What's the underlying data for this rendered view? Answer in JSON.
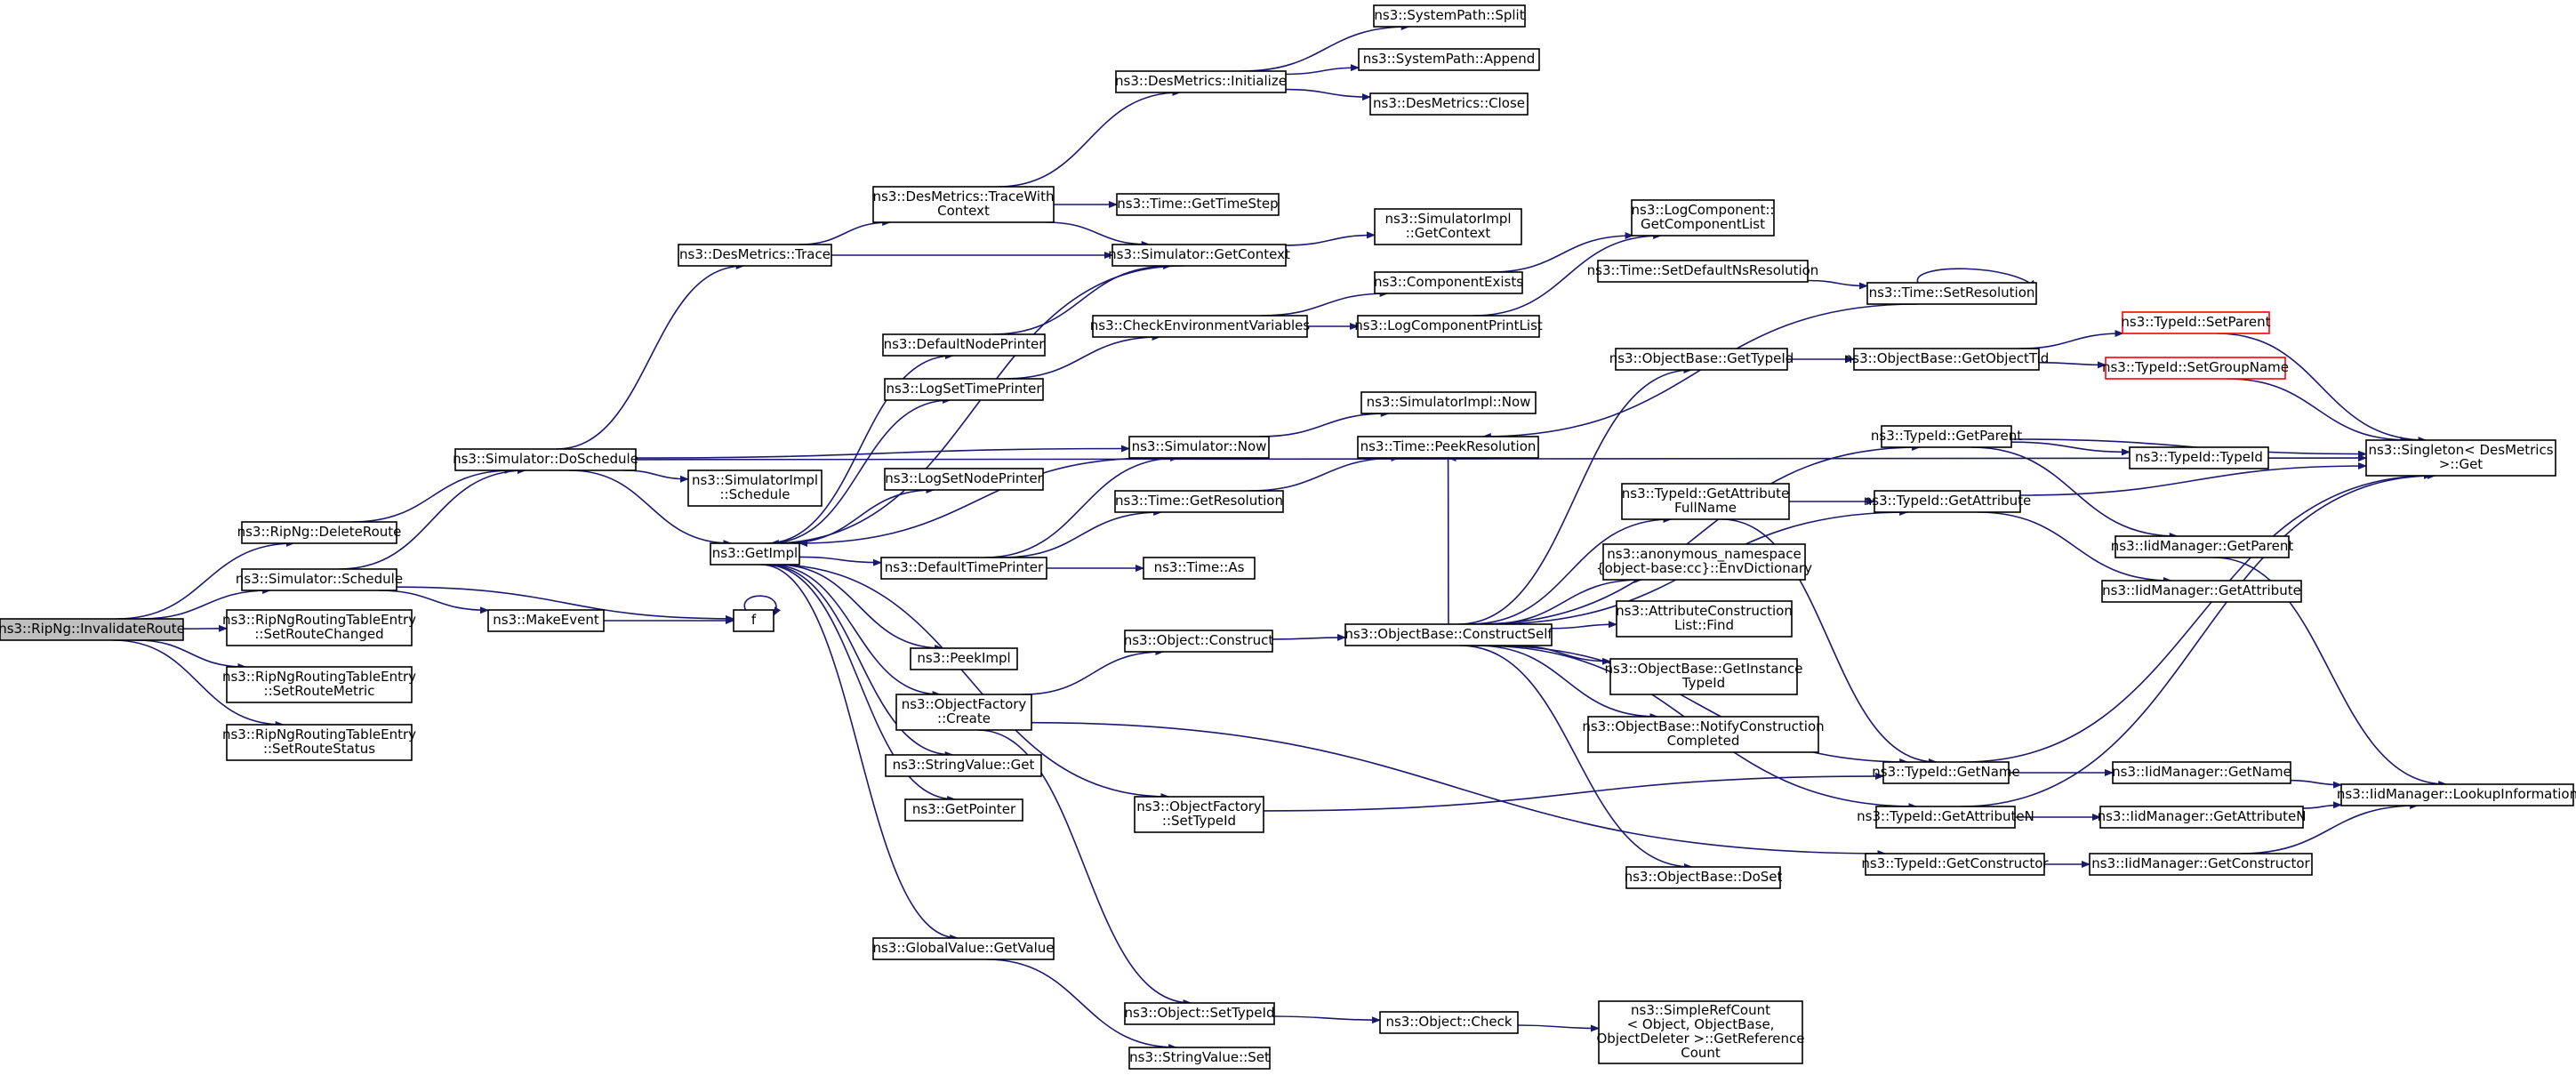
{
  "diagram": {
    "title": "ns3::RipNg::InvalidateRoute call graph",
    "colors": {
      "edge": "#191970",
      "root_fill": "#bfbfbf",
      "node_border": "#000000",
      "highlight_border": "#ff0000"
    },
    "nodes": [
      {
        "id": "root",
        "lines": [
          "ns3::RipNg::InvalidateRoute"
        ],
        "style": "root"
      },
      {
        "id": "deleteRoute",
        "lines": [
          "ns3::RipNg::DeleteRoute"
        ]
      },
      {
        "id": "schedule",
        "lines": [
          "ns3::Simulator::Schedule"
        ]
      },
      {
        "id": "setRouteChanged",
        "lines": [
          "ns3::RipNgRoutingTableEntry",
          "::SetRouteChanged"
        ]
      },
      {
        "id": "setRouteMetric",
        "lines": [
          "ns3::RipNgRoutingTableEntry",
          "::SetRouteMetric"
        ]
      },
      {
        "id": "setRouteStatus",
        "lines": [
          "ns3::RipNgRoutingTableEntry",
          "::SetRouteStatus"
        ]
      },
      {
        "id": "doSchedule",
        "lines": [
          "ns3::Simulator::DoSchedule"
        ]
      },
      {
        "id": "makeEvent",
        "lines": [
          "ns3::MakeEvent"
        ]
      },
      {
        "id": "f",
        "lines": [
          "f"
        ]
      },
      {
        "id": "desTrace",
        "lines": [
          "ns3::DesMetrics::Trace"
        ]
      },
      {
        "id": "getImpl",
        "lines": [
          "ns3::GetImpl"
        ]
      },
      {
        "id": "simImplSchedule",
        "lines": [
          "ns3::SimulatorImpl",
          "::Schedule"
        ]
      },
      {
        "id": "traceWithContext",
        "lines": [
          "ns3::DesMetrics::TraceWith",
          "Context"
        ]
      },
      {
        "id": "desInit",
        "lines": [
          "ns3::DesMetrics::Initialize"
        ]
      },
      {
        "id": "spSplit",
        "lines": [
          "ns3::SystemPath::Split"
        ]
      },
      {
        "id": "spAppend",
        "lines": [
          "ns3::SystemPath::Append"
        ]
      },
      {
        "id": "desClose",
        "lines": [
          "ns3::DesMetrics::Close"
        ]
      },
      {
        "id": "getTimeStep",
        "lines": [
          "ns3::Time::GetTimeStep"
        ]
      },
      {
        "id": "simGetContext",
        "lines": [
          "ns3::Simulator::GetContext"
        ]
      },
      {
        "id": "simImplGetContext",
        "lines": [
          "ns3::SimulatorImpl",
          "::GetContext"
        ]
      },
      {
        "id": "defaultNodePrinter",
        "lines": [
          "ns3::DefaultNodePrinter"
        ]
      },
      {
        "id": "logSetTimePrinter",
        "lines": [
          "ns3::LogSetTimePrinter"
        ]
      },
      {
        "id": "logSetNodePrinter",
        "lines": [
          "ns3::LogSetNodePrinter"
        ]
      },
      {
        "id": "defaultTimePrinter",
        "lines": [
          "ns3::DefaultTimePrinter"
        ]
      },
      {
        "id": "peekImpl",
        "lines": [
          "ns3::PeekImpl"
        ]
      },
      {
        "id": "ofCreate",
        "lines": [
          "ns3::ObjectFactory",
          "::Create"
        ]
      },
      {
        "id": "stringValueGet",
        "lines": [
          "ns3::StringValue::Get"
        ]
      },
      {
        "id": "getPointer",
        "lines": [
          "ns3::GetPointer"
        ]
      },
      {
        "id": "globalValueGetValue",
        "lines": [
          "ns3::GlobalValue::GetValue"
        ]
      },
      {
        "id": "checkEnvVars",
        "lines": [
          "ns3::CheckEnvironmentVariables"
        ]
      },
      {
        "id": "componentExists",
        "lines": [
          "ns3::ComponentExists"
        ]
      },
      {
        "id": "logComponentPrintList",
        "lines": [
          "ns3::LogComponentPrintList"
        ]
      },
      {
        "id": "logCompGetList",
        "lines": [
          "ns3::LogComponent::",
          "GetComponentList"
        ]
      },
      {
        "id": "simImplNow",
        "lines": [
          "ns3::SimulatorImpl::Now"
        ]
      },
      {
        "id": "simNow",
        "lines": [
          "ns3::Simulator::Now"
        ]
      },
      {
        "id": "timeGetResolution",
        "lines": [
          "ns3::Time::GetResolution"
        ]
      },
      {
        "id": "timeAs",
        "lines": [
          "ns3::Time::As"
        ]
      },
      {
        "id": "timePeekResolution",
        "lines": [
          "ns3::Time::PeekResolution"
        ]
      },
      {
        "id": "timeSetDefaultNs",
        "lines": [
          "ns3::Time::SetDefaultNsResolution"
        ]
      },
      {
        "id": "timeSetResolution",
        "lines": [
          "ns3::Time::SetResolution"
        ]
      },
      {
        "id": "objectConstruct",
        "lines": [
          "ns3::Object::Construct"
        ]
      },
      {
        "id": "obConstructSelf",
        "lines": [
          "ns3::ObjectBase::ConstructSelf"
        ]
      },
      {
        "id": "ofSetTypeId",
        "lines": [
          "ns3::ObjectFactory",
          "::SetTypeId"
        ]
      },
      {
        "id": "objectSetTypeId",
        "lines": [
          "ns3::Object::SetTypeId"
        ]
      },
      {
        "id": "stringValueSet",
        "lines": [
          "ns3::StringValue::Set"
        ]
      },
      {
        "id": "objectCheck",
        "lines": [
          "ns3::Object::Check"
        ]
      },
      {
        "id": "simpleRefCount",
        "lines": [
          "ns3::SimpleRefCount",
          "< Object, ObjectBase,",
          "ObjectDeleter >::GetReference",
          "Count"
        ]
      },
      {
        "id": "obGetTypeId",
        "lines": [
          "ns3::ObjectBase::GetTypeId"
        ]
      },
      {
        "id": "obGetObjectTid",
        "lines": [
          "ns3::ObjectBase::GetObjectTid"
        ]
      },
      {
        "id": "tidSetParent",
        "lines": [
          "ns3::TypeId::SetParent"
        ],
        "style": "red"
      },
      {
        "id": "tidSetGroupName",
        "lines": [
          "ns3::TypeId::SetGroupName"
        ],
        "style": "red"
      },
      {
        "id": "singletonGet",
        "lines": [
          "ns3::Singleton< DesMetrics",
          " >::Get"
        ]
      },
      {
        "id": "tidGetParent",
        "lines": [
          "ns3::TypeId::GetParent"
        ]
      },
      {
        "id": "tidTypeId",
        "lines": [
          "ns3::TypeId::TypeId"
        ]
      },
      {
        "id": "tidGetAttributeFullName",
        "lines": [
          "ns3::TypeId::GetAttribute",
          "FullName"
        ]
      },
      {
        "id": "tidGetAttribute",
        "lines": [
          "ns3::TypeId::GetAttribute"
        ]
      },
      {
        "id": "iidGetParent",
        "lines": [
          "ns3::IidManager::GetParent"
        ]
      },
      {
        "id": "iidGetAttribute",
        "lines": [
          "ns3::IidManager::GetAttribute"
        ]
      },
      {
        "id": "envDictionary",
        "lines": [
          "ns3::anonymous_namespace",
          "{object-base:cc}::EnvDictionary"
        ]
      },
      {
        "id": "attrConstructionFind",
        "lines": [
          "ns3::AttributeConstruction",
          "List::Find"
        ]
      },
      {
        "id": "obGetInstanceTypeId",
        "lines": [
          "ns3::ObjectBase::GetInstance",
          "TypeId"
        ]
      },
      {
        "id": "obNotifyConstruction",
        "lines": [
          "ns3::ObjectBase::NotifyConstruction",
          "Completed"
        ]
      },
      {
        "id": "obDoSet",
        "lines": [
          "ns3::ObjectBase::DoSet"
        ]
      },
      {
        "id": "tidGetName",
        "lines": [
          "ns3::TypeId::GetName"
        ]
      },
      {
        "id": "tidGetAttributeN",
        "lines": [
          "ns3::TypeId::GetAttributeN"
        ]
      },
      {
        "id": "tidGetConstructor",
        "lines": [
          "ns3::TypeId::GetConstructor"
        ]
      },
      {
        "id": "iidGetName",
        "lines": [
          "ns3::IidManager::GetName"
        ]
      },
      {
        "id": "iidGetAttributeN",
        "lines": [
          "ns3::IidManager::GetAttributeN"
        ]
      },
      {
        "id": "iidGetConstructor",
        "lines": [
          "ns3::IidManager::GetConstructor"
        ]
      },
      {
        "id": "iidLookupInformation",
        "lines": [
          "ns3::IidManager::LookupInformation"
        ]
      }
    ],
    "edges": [
      [
        "root",
        "deleteRoute"
      ],
      [
        "root",
        "schedule"
      ],
      [
        "root",
        "setRouteChanged"
      ],
      [
        "root",
        "setRouteMetric"
      ],
      [
        "root",
        "setRouteStatus"
      ],
      [
        "deleteRoute",
        "doSchedule"
      ],
      [
        "schedule",
        "doSchedule"
      ],
      [
        "schedule",
        "makeEvent"
      ],
      [
        "schedule",
        "f"
      ],
      [
        "makeEvent",
        "f"
      ],
      [
        "f",
        "f"
      ],
      [
        "doSchedule",
        "desTrace"
      ],
      [
        "doSchedule",
        "singletonGet"
      ],
      [
        "doSchedule",
        "getImpl"
      ],
      [
        "doSchedule",
        "simNow"
      ],
      [
        "doSchedule",
        "simImplSchedule"
      ],
      [
        "desTrace",
        "traceWithContext"
      ],
      [
        "desTrace",
        "simGetContext"
      ],
      [
        "traceWithContext",
        "desInit"
      ],
      [
        "traceWithContext",
        "getTimeStep"
      ],
      [
        "traceWithContext",
        "simGetContext"
      ],
      [
        "desInit",
        "spSplit"
      ],
      [
        "desInit",
        "spAppend"
      ],
      [
        "desInit",
        "desClose"
      ],
      [
        "simGetContext",
        "getImpl"
      ],
      [
        "simGetContext",
        "simImplGetContext"
      ],
      [
        "getImpl",
        "defaultNodePrinter"
      ],
      [
        "getImpl",
        "logSetTimePrinter"
      ],
      [
        "getImpl",
        "logSetNodePrinter"
      ],
      [
        "getImpl",
        "defaultTimePrinter"
      ],
      [
        "getImpl",
        "peekImpl"
      ],
      [
        "getImpl",
        "ofCreate"
      ],
      [
        "getImpl",
        "stringValueGet"
      ],
      [
        "getImpl",
        "getPointer"
      ],
      [
        "getImpl",
        "globalValueGetValue"
      ],
      [
        "getImpl",
        "ofSetTypeId"
      ],
      [
        "defaultNodePrinter",
        "simGetContext"
      ],
      [
        "logSetTimePrinter",
        "checkEnvVars"
      ],
      [
        "checkEnvVars",
        "componentExists"
      ],
      [
        "checkEnvVars",
        "logComponentPrintList"
      ],
      [
        "componentExists",
        "logCompGetList"
      ],
      [
        "logComponentPrintList",
        "logCompGetList"
      ],
      [
        "defaultTimePrinter",
        "simNow"
      ],
      [
        "defaultTimePrinter",
        "timeGetResolution"
      ],
      [
        "defaultTimePrinter",
        "timeAs"
      ],
      [
        "simNow",
        "getImpl"
      ],
      [
        "simNow",
        "simImplNow"
      ],
      [
        "timeGetResolution",
        "timePeekResolution"
      ],
      [
        "timeSetDefaultNs",
        "timeSetResolution"
      ],
      [
        "timeSetResolution",
        "timeSetResolution"
      ],
      [
        "timeSetResolution",
        "timePeekResolution"
      ],
      [
        "ofCreate",
        "objectConstruct"
      ],
      [
        "ofCreate",
        "objectSetTypeId"
      ],
      [
        "ofCreate",
        "tidGetConstructor"
      ],
      [
        "objectConstruct",
        "obConstructSelf"
      ],
      [
        "globalValueGetValue",
        "stringValueSet"
      ],
      [
        "objectSetTypeId",
        "objectCheck"
      ],
      [
        "objectCheck",
        "simpleRefCount"
      ],
      [
        "ofSetTypeId",
        "tidGetName"
      ],
      [
        "obConstructSelf",
        "timePeekResolution"
      ],
      [
        "obConstructSelf",
        "obGetTypeId"
      ],
      [
        "obConstructSelf",
        "tidGetParent"
      ],
      [
        "obConstructSelf",
        "tidGetAttributeFullName"
      ],
      [
        "obConstructSelf",
        "tidGetAttribute"
      ],
      [
        "obConstructSelf",
        "envDictionary"
      ],
      [
        "obConstructSelf",
        "attrConstructionFind"
      ],
      [
        "obConstructSelf",
        "obGetInstanceTypeId"
      ],
      [
        "obConstructSelf",
        "obNotifyConstruction"
      ],
      [
        "obConstructSelf",
        "tidGetName"
      ],
      [
        "obConstructSelf",
        "tidGetAttributeN"
      ],
      [
        "obConstructSelf",
        "obDoSet"
      ],
      [
        "obGetTypeId",
        "obGetObjectTid"
      ],
      [
        "obGetObjectTid",
        "tidSetParent"
      ],
      [
        "obGetObjectTid",
        "tidSetGroupName"
      ],
      [
        "tidSetParent",
        "singletonGet"
      ],
      [
        "tidSetGroupName",
        "singletonGet"
      ],
      [
        "tidGetParent",
        "singletonGet"
      ],
      [
        "tidGetParent",
        "tidTypeId"
      ],
      [
        "tidGetParent",
        "iidGetParent"
      ],
      [
        "tidGetAttributeFullName",
        "tidGetAttribute"
      ],
      [
        "tidGetAttributeFullName",
        "tidGetName"
      ],
      [
        "tidGetAttribute",
        "singletonGet"
      ],
      [
        "tidGetAttribute",
        "iidGetAttribute"
      ],
      [
        "iidGetParent",
        "iidLookupInformation"
      ],
      [
        "tidGetName",
        "singletonGet"
      ],
      [
        "tidGetName",
        "iidGetName"
      ],
      [
        "tidGetAttributeN",
        "singletonGet"
      ],
      [
        "tidGetAttributeN",
        "iidGetAttributeN"
      ],
      [
        "tidGetConstructor",
        "iidGetConstructor"
      ],
      [
        "iidGetName",
        "iidLookupInformation"
      ],
      [
        "iidGetAttributeN",
        "iidLookupInformation"
      ],
      [
        "iidGetConstructor",
        "iidLookupInformation"
      ]
    ]
  }
}
